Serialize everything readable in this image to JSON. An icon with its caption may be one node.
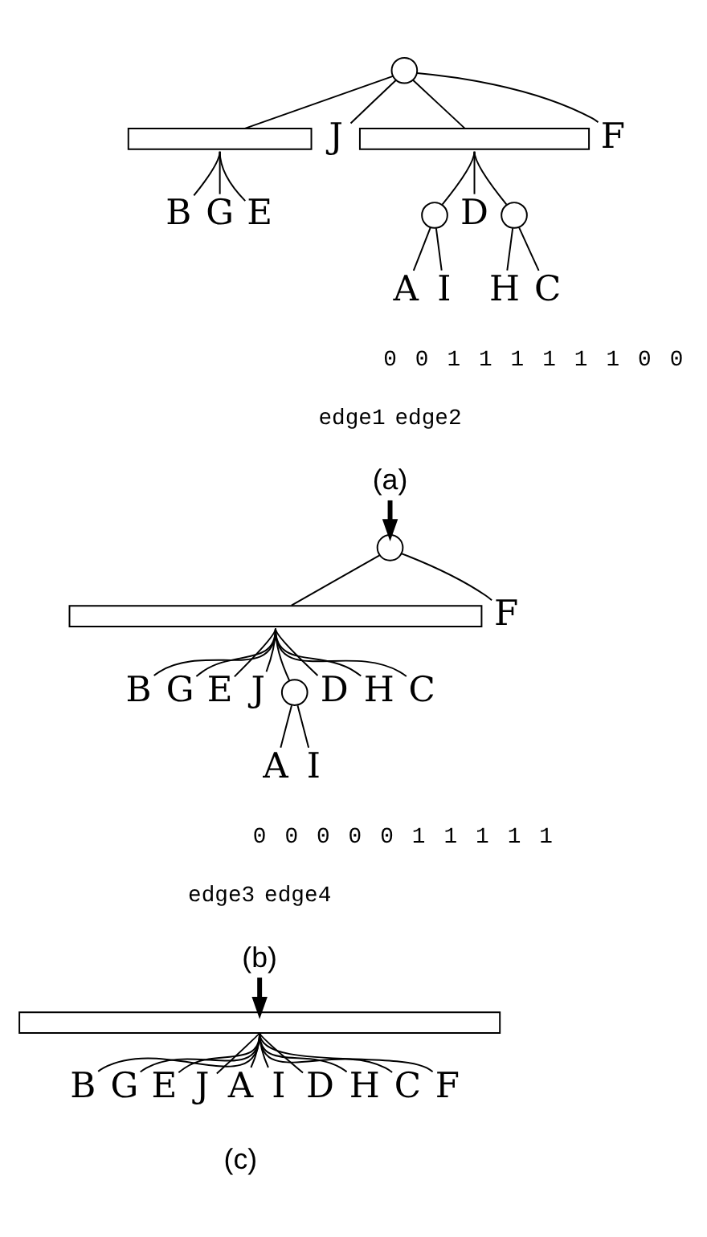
{
  "diagram": {
    "nodes": [
      {
        "text": [],
        "shape": "circle"
      },
      {
        "text": [],
        "shape": "bar"
      },
      {
        "text": [
          "B"
        ]
      },
      {
        "text": [
          "G"
        ]
      },
      {
        "text": [
          "E"
        ]
      },
      {
        "text": [
          "J"
        ]
      },
      {
        "text": [],
        "shape": "bar"
      },
      {
        "text": [],
        "shape": "circle"
      },
      {
        "text": [
          "A"
        ]
      },
      {
        "text": [
          "I"
        ]
      },
      {
        "text": [
          "D"
        ]
      },
      {
        "text": [],
        "shape": "circle"
      },
      {
        "text": [
          "H"
        ]
      },
      {
        "text": [
          "C"
        ]
      },
      {
        "text": [
          "F"
        ]
      },
      {
        "text": [
          "(a)"
        ]
      },
      {
        "text": [],
        "shape": "circle"
      },
      {
        "text": [],
        "shape": "bar"
      },
      {
        "text": [
          "B"
        ]
      },
      {
        "text": [
          "G"
        ]
      },
      {
        "text": [
          "E"
        ]
      },
      {
        "text": [
          "J"
        ]
      },
      {
        "text": [],
        "shape": "circle"
      },
      {
        "text": [
          "A"
        ]
      },
      {
        "text": [
          "I"
        ]
      },
      {
        "text": [
          "D"
        ]
      },
      {
        "text": [
          "H"
        ]
      },
      {
        "text": [
          "C"
        ]
      },
      {
        "text": [
          "F"
        ]
      },
      {
        "text": [
          "(b)"
        ]
      },
      {
        "text": [],
        "shape": "bar"
      },
      {
        "text": [
          "B"
        ]
      },
      {
        "text": [
          "G"
        ]
      },
      {
        "text": [
          "E"
        ]
      },
      {
        "text": [
          "J"
        ]
      },
      {
        "text": [
          "A"
        ]
      },
      {
        "text": [
          "I"
        ]
      },
      {
        "text": [
          "D"
        ]
      },
      {
        "text": [
          "H"
        ]
      },
      {
        "text": [
          "C"
        ]
      },
      {
        "text": [
          "F"
        ]
      },
      {
        "text": [
          "(c)"
        ]
      }
    ],
    "edges": [
      {
        "from": 0,
        "to": 1,
        "arrow": "none"
      },
      {
        "from": 0,
        "to": 5,
        "arrow": "none"
      },
      {
        "from": 0,
        "to": 6,
        "arrow": "none"
      },
      {
        "from": 0,
        "to": 14,
        "arrow": "none"
      },
      {
        "from": 1,
        "to": 2,
        "arrow": "none"
      },
      {
        "from": 1,
        "to": 3,
        "arrow": "none"
      },
      {
        "from": 1,
        "to": 4,
        "arrow": "none"
      },
      {
        "from": 6,
        "to": 7,
        "arrow": "none"
      },
      {
        "from": 6,
        "to": 10,
        "arrow": "none"
      },
      {
        "from": 6,
        "to": 11,
        "arrow": "none"
      },
      {
        "from": 7,
        "to": 8,
        "arrow": "none"
      },
      {
        "from": 7,
        "to": 9,
        "arrow": "none"
      },
      {
        "from": 11,
        "to": 12,
        "arrow": "none"
      },
      {
        "from": 11,
        "to": 13,
        "arrow": "none"
      },
      {
        "from": 15,
        "to": 16,
        "arrow": "to",
        "style": "thick"
      },
      {
        "from": 16,
        "to": 17,
        "arrow": "none"
      },
      {
        "from": 16,
        "to": 28,
        "arrow": "none"
      },
      {
        "from": 17,
        "to": 18,
        "arrow": "none"
      },
      {
        "from": 17,
        "to": 19,
        "arrow": "none"
      },
      {
        "from": 17,
        "to": 20,
        "arrow": "none"
      },
      {
        "from": 17,
        "to": 21,
        "arrow": "none"
      },
      {
        "from": 17,
        "to": 22,
        "arrow": "none"
      },
      {
        "from": 17,
        "to": 25,
        "arrow": "none"
      },
      {
        "from": 17,
        "to": 26,
        "arrow": "none"
      },
      {
        "from": 17,
        "to": 27,
        "arrow": "none"
      },
      {
        "from": 22,
        "to": 23,
        "arrow": "none"
      },
      {
        "from": 22,
        "to": 24,
        "arrow": "none"
      },
      {
        "from": 29,
        "to": 30,
        "arrow": "to",
        "style": "thick"
      },
      {
        "from": 30,
        "to": 31,
        "arrow": "none"
      },
      {
        "from": 30,
        "to": 32,
        "arrow": "none"
      },
      {
        "from": 30,
        "to": 33,
        "arrow": "none"
      },
      {
        "from": 30,
        "to": 34,
        "arrow": "none"
      },
      {
        "from": 30,
        "to": 35,
        "arrow": "none"
      },
      {
        "from": 30,
        "to": 36,
        "arrow": "none"
      },
      {
        "from": 30,
        "to": 37,
        "arrow": "none"
      },
      {
        "from": 30,
        "to": 38,
        "arrow": "none"
      },
      {
        "from": 30,
        "to": 39,
        "arrow": "none"
      },
      {
        "from": 30,
        "to": 40,
        "arrow": "none"
      }
    ],
    "labels": [
      "0",
      "0",
      "1",
      "1",
      "1",
      "1",
      "1",
      "1",
      "0",
      "0",
      "edge1",
      "edge2",
      "0",
      "0",
      "0",
      "0",
      "0",
      "1",
      "1",
      "1",
      "1",
      "1",
      "edge3",
      "edge4"
    ]
  }
}
